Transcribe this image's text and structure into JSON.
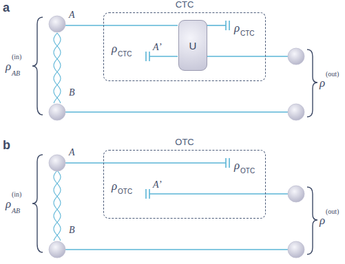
{
  "diagram": {
    "nodes": [
      {
        "text": [
          "CTC"
        ]
      },
      {
        "text": [
          "U"
        ],
        "in": 0
      },
      {
        "text": [
          "OTC"
        ]
      }
    ],
    "labels": [
      "a",
      "A",
      "B",
      "A’",
      "ρ",
      "AB",
      "(in)",
      "ρ",
      "CTC",
      "ρ",
      "CTC",
      "ρ",
      "(out)",
      "b",
      "A",
      "B",
      "A’",
      "ρ",
      "AB",
      "(in)",
      "ρ",
      "OTC",
      "ρ",
      "OTC",
      "ρ",
      "(out)"
    ]
  }
}
